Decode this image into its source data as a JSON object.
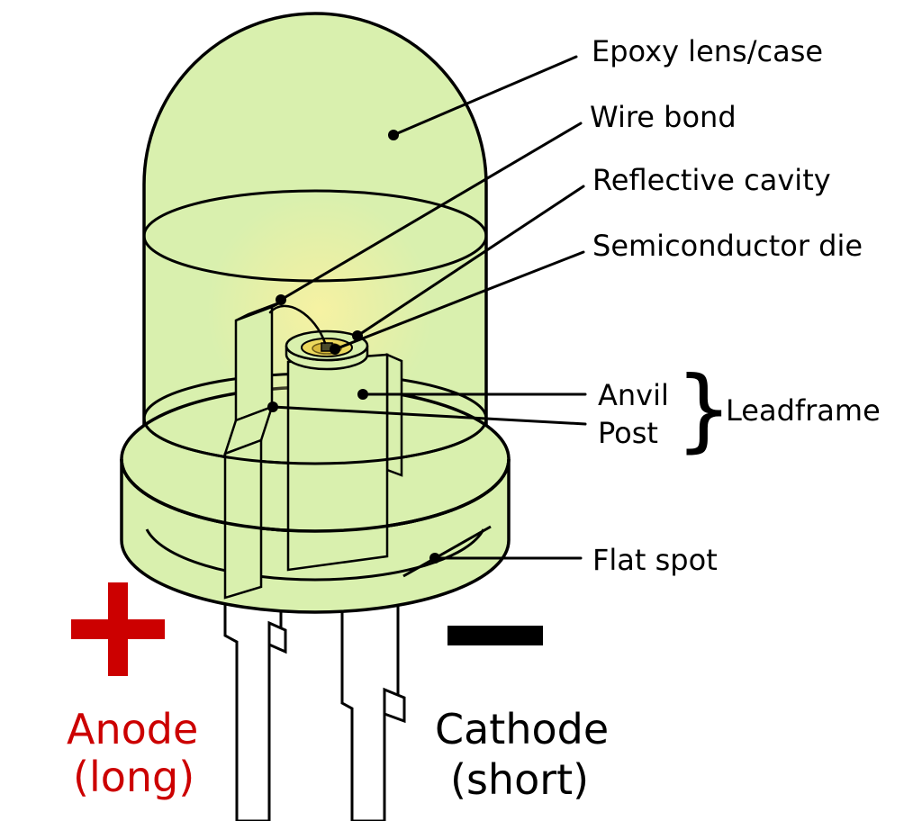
{
  "diagram": {
    "colors": {
      "body-green": "#d9f0ae",
      "outline": "#000000",
      "text": "#000000",
      "anode-red": "#cc0000",
      "lead-white": "#ffffff",
      "glow-yellow": "#f5f0a0",
      "cavity-yellow": "#ecd95e",
      "cavity-inner": "#d9b93a",
      "die-dark": "#4a4a2a"
    },
    "part_labels": {
      "epoxy": "Epoxy lens/case",
      "wire_bond": "Wire bond",
      "reflective_cavity": "Reflective cavity",
      "semiconductor_die": "Semiconductor die",
      "anvil": "Anvil",
      "post": "Post",
      "leadframe_brace": "}",
      "leadframe": "Leadframe",
      "flat_spot": "Flat spot"
    },
    "terminals": {
      "anode_symbol": "+",
      "anode_name": "Anode",
      "anode_note": "(long)",
      "cathode_symbol": "−",
      "cathode_name": "Cathode",
      "cathode_note": "(short)"
    }
  }
}
